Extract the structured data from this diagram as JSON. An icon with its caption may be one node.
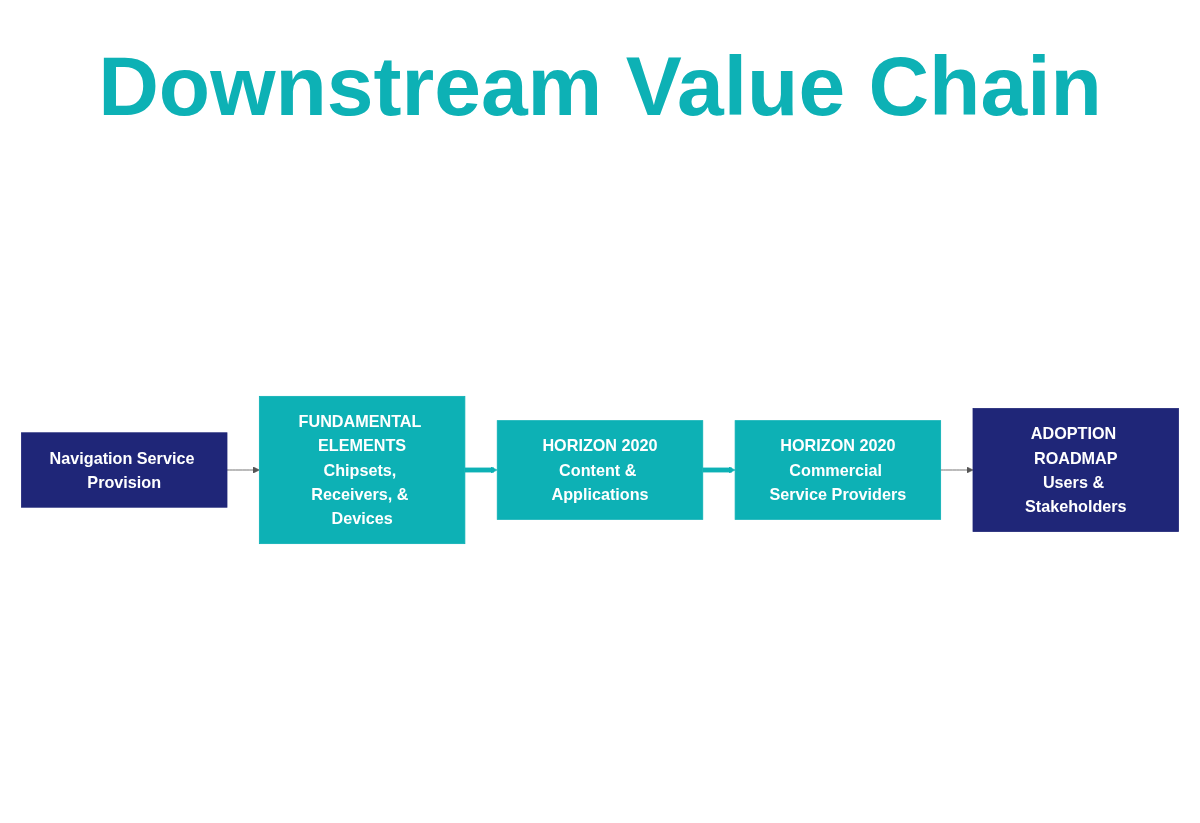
{
  "diagram": {
    "title": "Downstream Value Chain",
    "nodes": [
      {
        "text": [
          "Navigation Service Provision"
        ]
      },
      {
        "text": [
          "FUNDAMENTAL ELEMENTS",
          "Chipsets, Receivers, & Devices"
        ]
      },
      {
        "text": [
          "HORIZON 2020",
          "Content & Applications"
        ]
      },
      {
        "text": [
          "HORIZON 2020",
          "Commercial Service Providers"
        ]
      },
      {
        "text": [
          "ADOPTION ROADMAP",
          "Users & Stakeholders"
        ]
      }
    ],
    "edges": [
      {
        "from": 0,
        "to": 1,
        "arrow": "to"
      },
      {
        "from": 1,
        "to": 2,
        "arrow": "to",
        "style": "thick",
        "color": "#0db1b5"
      },
      {
        "from": 2,
        "to": 3,
        "arrow": "to",
        "style": "thick",
        "color": "#0db1b5"
      },
      {
        "from": 3,
        "to": 4,
        "arrow": "to"
      }
    ]
  }
}
